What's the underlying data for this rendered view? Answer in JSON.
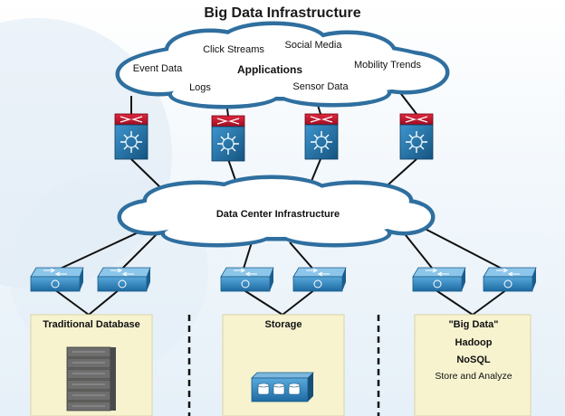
{
  "title": "Big Data Infrastructure",
  "applications_cloud": {
    "label": "Applications",
    "items": [
      "Click Streams",
      "Social Media",
      "Event Data",
      "Mobility Trends",
      "Logs",
      "Sensor Data"
    ]
  },
  "datacenter_cloud": {
    "label": "Data Center Infrastructure"
  },
  "panels": {
    "traditional": {
      "title": "Traditional Database"
    },
    "storage": {
      "title": "Storage"
    },
    "bigdata": {
      "line1": "\"Big Data\"",
      "line2": "Hadoop",
      "line3": "NoSQL",
      "line4": "Store and Analyze"
    }
  },
  "colors": {
    "router_red": "#c8102e",
    "router_blue": "#1f6fa8",
    "switch_blue": "#2a7fb8",
    "panel_fill": "#f7f3cf",
    "cloud_outline": "#2f6f9f",
    "link": "#111111"
  }
}
